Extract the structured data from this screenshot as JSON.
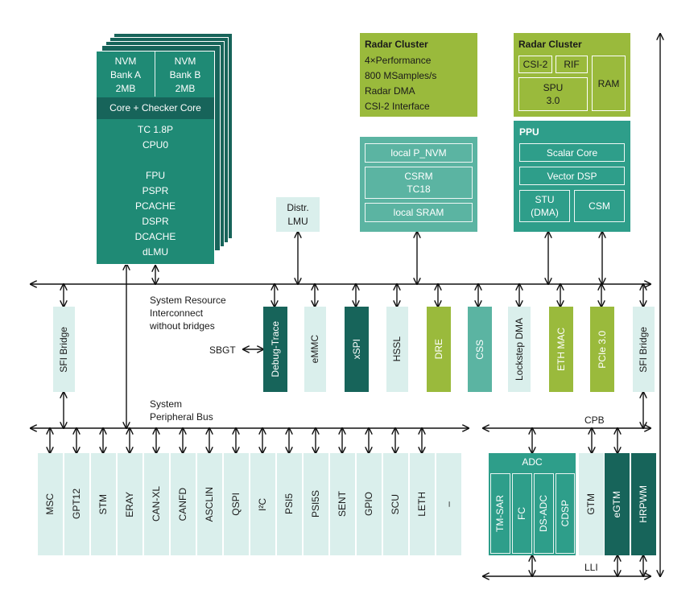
{
  "cpu": {
    "nvm_a": [
      "NVM",
      "Bank A",
      "2MB"
    ],
    "nvm_b": [
      "NVM",
      "Bank B",
      "2MB"
    ],
    "checker": "Core + Checker Core",
    "lines": [
      "TC 1.8P",
      "CPU0",
      "",
      "FPU",
      "PSPR",
      "PCACHE",
      "DSPR",
      "DCACHE",
      "dLMU"
    ]
  },
  "distr_lmu": [
    "Distr.",
    "LMU"
  ],
  "radar1": {
    "title": "Radar Cluster",
    "lines": [
      "4×Performance",
      "800 MSamples/s",
      "Radar DMA",
      "CSI-2 Interface"
    ]
  },
  "csrm": {
    "local_nvm": "local P_NVM",
    "csrm": [
      "CSRM",
      "TC18"
    ],
    "local_sram": "local SRAM"
  },
  "radar2": {
    "title": "Radar Cluster",
    "csi2": "CSI-2",
    "rif": "RIF",
    "spu": [
      "SPU",
      "3.0"
    ],
    "ram": "RAM"
  },
  "ppu": {
    "title": "PPU",
    "scalar": "Scalar Core",
    "vector": "Vector DSP",
    "stu": [
      "STU",
      "(DMA)"
    ],
    "csm": "CSM"
  },
  "sri_label": [
    "System Resource",
    "Interconnect",
    "without bridges"
  ],
  "sbgt": "SBGT",
  "sfi_bridge_left": "SFI Bridge",
  "sfi_bridge_right": "SFI Bridge",
  "sri_modules": [
    {
      "label": "Debug-Trace",
      "color": "#17645a"
    },
    {
      "label": "eMMC",
      "color": "#daefec"
    },
    {
      "label": "xSPI",
      "color": "#17645a"
    },
    {
      "label": "HSSL",
      "color": "#daefec"
    },
    {
      "label": "DRE",
      "color": "#9aba3c"
    },
    {
      "label": "CSS",
      "color": "#5bb4a2"
    },
    {
      "label": "Lockstep DMA",
      "color": "#daefec"
    },
    {
      "label": "ETH MAC",
      "color": "#9aba3c"
    },
    {
      "label": "PCIe 3.0",
      "color": "#9aba3c"
    }
  ],
  "spb_label": [
    "System",
    "Peripheral Bus"
  ],
  "peripherals": [
    "MSC",
    "GPT12",
    "STM",
    "ERAY",
    "CAN-XL",
    "CANFD",
    "ASCLIN",
    "QSPI",
    "I²C",
    "PSI5",
    "PSI5S",
    "SENT",
    "GPIO",
    "SCU",
    "LETH",
    "–"
  ],
  "cpb": "CPB",
  "adc": {
    "title": "ADC",
    "items": [
      "TM-SAR",
      "FC",
      "DS-ADC",
      "CDSP"
    ]
  },
  "gtm": "GTM",
  "egtm": "eGTM",
  "hrpwm": "HRPWM",
  "lli": "LLI"
}
